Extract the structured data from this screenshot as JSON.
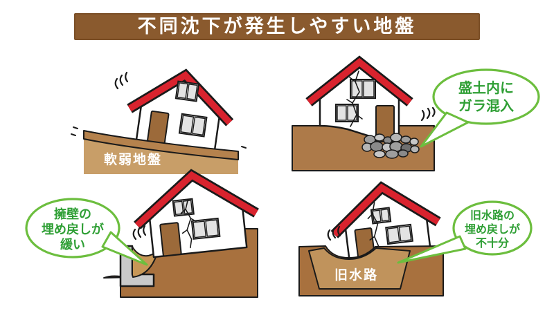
{
  "title": {
    "text": "不同沈下が発生しやすい地盤"
  },
  "panels": [
    {
      "ground_label": "軟弱地盤"
    },
    {
      "bubble_lines": [
        "盛土内に",
        "ガラ混入"
      ]
    },
    {
      "bubble_lines": [
        "擁壁の",
        "埋め戻しが",
        "緩い"
      ]
    },
    {
      "ground_label": "旧水路",
      "bubble_lines": [
        "旧水路の",
        "埋め戻しが",
        "不十分"
      ]
    }
  ],
  "colors": {
    "title_bg": "#8a5a2e",
    "roof_red": "#d9232e",
    "ground_light_tan": "#c89e68",
    "ground_surface_band": "#b5824d",
    "ground_brown": "#ad7a49",
    "ground_dark_brown": "#a8713e",
    "backfill_tan": "#c79757",
    "old_waterway_tan": "#c0935c",
    "retaining_wall_grey": "#c9c9c9",
    "door_brown": "#9c6a3a",
    "bubble_border_green": "#6cbe3e",
    "bubble_text_green": "#2f9f35"
  }
}
